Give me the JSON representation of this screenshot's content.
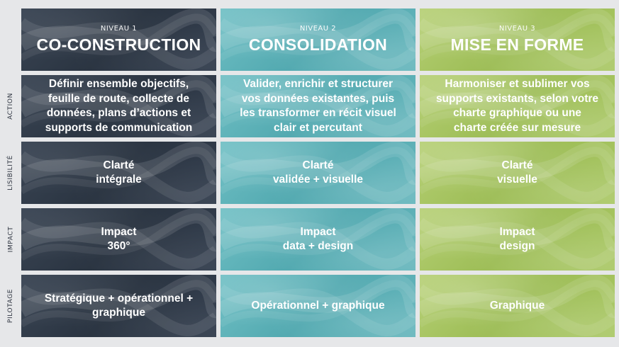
{
  "row_labels": [
    "ACTION",
    "LISIBILITÉ",
    "IMPACT",
    "PILOTAGE"
  ],
  "columns": [
    {
      "niveau": "NIVEAU 1",
      "title": "CO-CONSTRUCTION",
      "color": "#2f3947",
      "action": [
        "Définir ensemble objectifs,",
        "feuille de route, collecte de",
        "données, plans d’actions et",
        "supports de communication"
      ],
      "lisibilite": [
        "Clarté",
        "intégrale"
      ],
      "impact": [
        "Impact",
        "360°"
      ],
      "pilotage": [
        "Stratégique + opérationnel +",
        "graphique"
      ]
    },
    {
      "niveau": "NIVEAU 2",
      "title": "CONSOLIDATION",
      "color": "#5fb3b9",
      "action": [
        "Valider, enrichir et structurer",
        "vos données existantes, puis",
        "les transformer en récit visuel",
        "clair et percutant"
      ],
      "lisibilite": [
        "Clarté",
        "validée + visuelle"
      ],
      "impact": [
        "Impact",
        "data + design"
      ],
      "pilotage": [
        "Opérationnel + graphique"
      ]
    },
    {
      "niveau": "NIVEAU 3",
      "title": "MISE EN FORME",
      "color": "#a6c562",
      "action": [
        "Harmoniser et sublimer vos",
        "supports existants, selon votre",
        "charte graphique ou une",
        "charte créée sur mesure"
      ],
      "lisibilite": [
        "Clarté",
        "visuelle"
      ],
      "impact": [
        "Impact",
        "design"
      ],
      "pilotage": [
        "Graphique"
      ]
    }
  ]
}
